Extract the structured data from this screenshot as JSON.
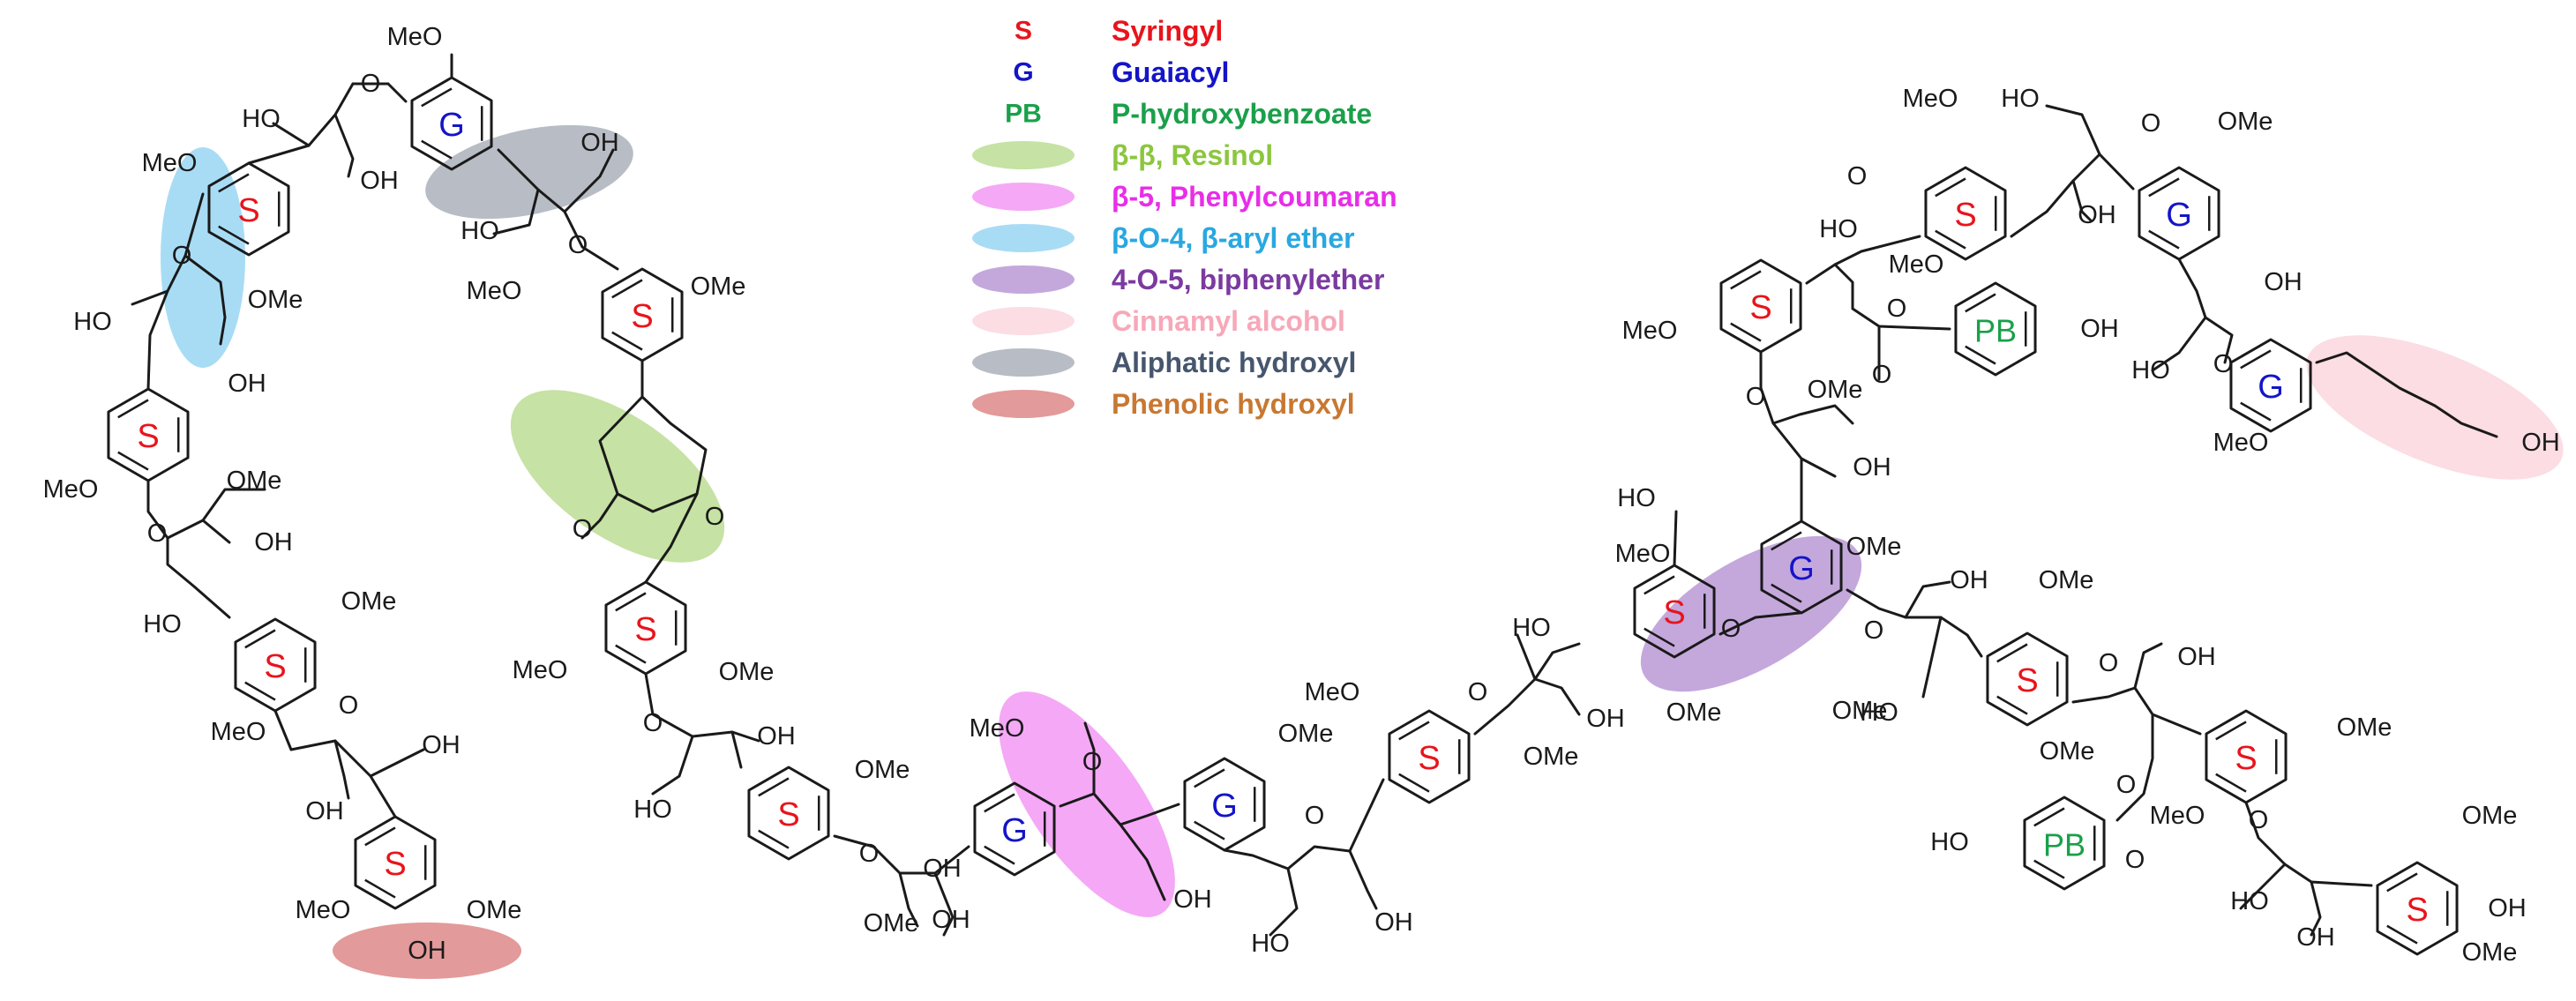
{
  "legend": {
    "units": [
      {
        "abbr": "S",
        "name": "Syringyl",
        "color": "#e8141c"
      },
      {
        "abbr": "G",
        "name": "Guaiacyl",
        "color": "#1414c8"
      },
      {
        "abbr": "PB",
        "name": "P-hydroxybenzoate",
        "color": "#1aa04a"
      }
    ],
    "linkages": [
      {
        "name": "β-β, Resinol",
        "text_color": "#8cc63f",
        "fill": "#c6e2a4"
      },
      {
        "name": "β-5, Phenylcoumaran",
        "text_color": "#e82ee8",
        "fill": "#f5a8f5"
      },
      {
        "name": "β-O-4, β-aryl ether",
        "text_color": "#29a8e0",
        "fill": "#a8dcf5"
      },
      {
        "name": "4-O-5, biphenylether",
        "text_color": "#7b3aa0",
        "fill": "#c4a8dc"
      },
      {
        "name": "Cinnamyl alcohol",
        "text_color": "#f7a8b8",
        "fill": "#fbdde3"
      },
      {
        "name": "Aliphatic hydroxyl",
        "text_color": "#46566e",
        "fill": "#b8bcc4"
      },
      {
        "name": "Phenolic hydroxyl",
        "text_color": "#c87832",
        "fill": "#e39a9a"
      }
    ]
  },
  "labels": {
    "MeO": "MeO",
    "OMe": "OMe",
    "HO": "HO",
    "OH": "OH",
    "O": "O"
  }
}
